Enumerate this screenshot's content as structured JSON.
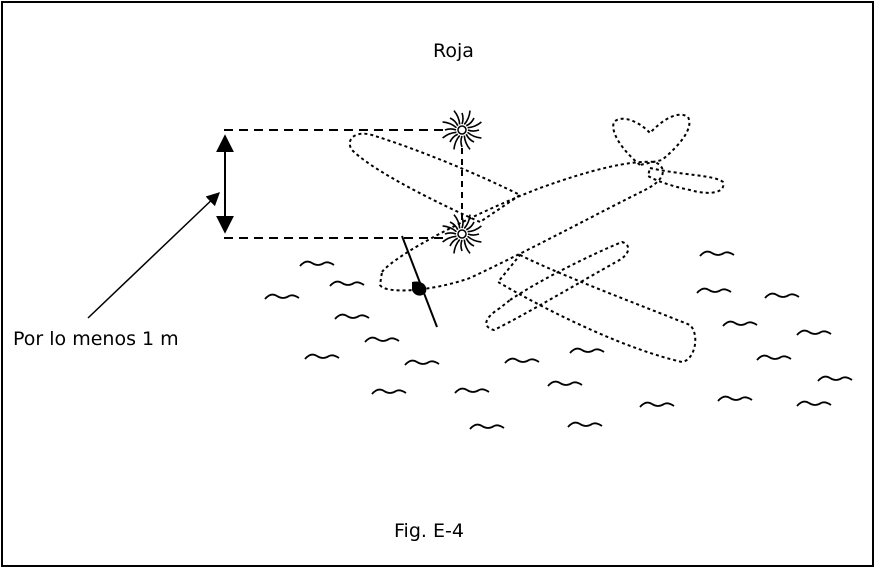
{
  "diagram": {
    "flare_color_label": "Roja",
    "distance_label": "Por lo menos 1 m",
    "figure_caption": "Fig. E-4"
  }
}
